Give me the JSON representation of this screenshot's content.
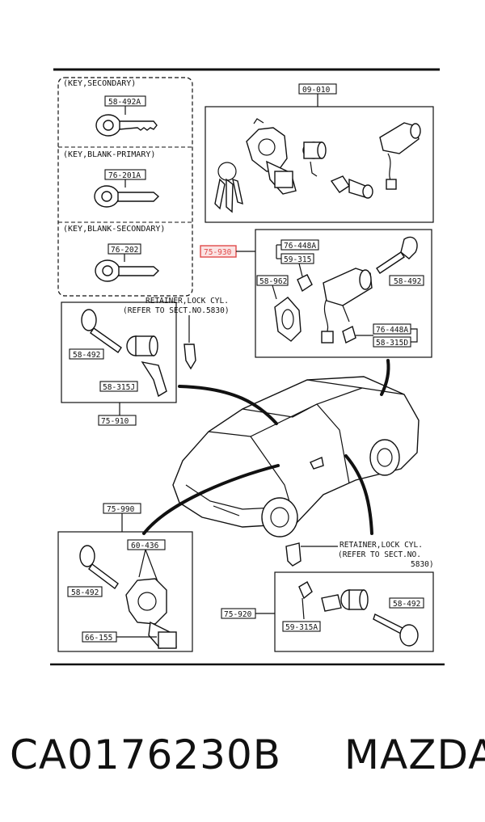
{
  "headers": {
    "key_secondary": "(KEY,SECONDARY)",
    "key_blank_primary": "(KEY,BLANK-PRIMARY)",
    "key_blank_secondary": "(KEY,BLANK-SECONDARY)"
  },
  "parts": {
    "p_58_492A": "58-492A",
    "p_76_201A": "76-201A",
    "p_76_202": "76-202",
    "p_09_010": "09-010",
    "p_75_930": "75-930",
    "p_76_448A_top": "76-448A",
    "p_59_315": "59-315",
    "p_58_962": "58-962",
    "p_58_492_top": "58-492",
    "p_76_448A_mid": "76-448A",
    "p_58_315D": "58-315D",
    "p_58_492_left": "58-492",
    "p_58_315J": "58-315J",
    "p_75_910": "75-910",
    "p_75_990": "75-990",
    "p_60_436": "60-436",
    "p_58_492_bl": "58-492",
    "p_66_155": "66-155",
    "p_75_920": "75-920",
    "p_59_315A": "59-315A",
    "p_58_492_br": "58-492"
  },
  "notes": {
    "retainer_top_1": "RETAINER,LOCK CYL.",
    "retainer_top_2": "(REFER TO SECT.NO.5830)",
    "retainer_bot_1": "RETAINER,LOCK CYL.",
    "retainer_bot_2": "(REFER TO SECT.NO.",
    "retainer_bot_3": "5830)"
  },
  "footer": {
    "part_number": "CA0176230B",
    "brand": "MAZDA"
  },
  "colors": {
    "highlight": "#e04a4a",
    "highlight_fill": "#fbe3e3",
    "ink": "#111111"
  }
}
